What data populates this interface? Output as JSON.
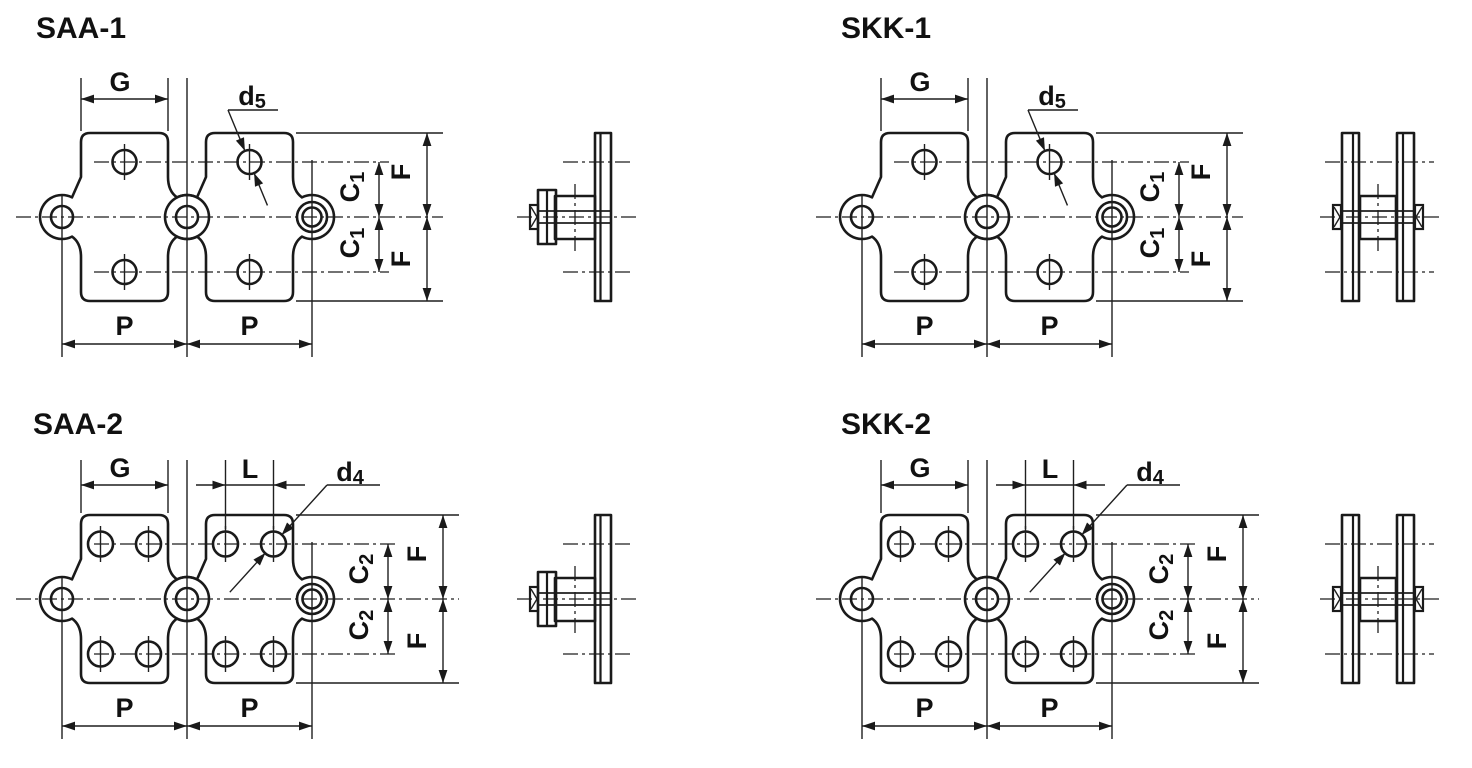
{
  "page": {
    "background": "#ffffff",
    "line_color": "#1a1a1a"
  },
  "diagrams": {
    "saa1": {
      "title": "SAA-1"
    },
    "skk1": {
      "title": "SKK-1"
    },
    "saa2": {
      "title": "SAA-2"
    },
    "skk2": {
      "title": "SKK-2"
    }
  },
  "labels": {
    "g": "G",
    "p": "P",
    "f": "F",
    "l": "L",
    "c1": {
      "main": "C",
      "sub": "1"
    },
    "c2": {
      "main": "C",
      "sub": "2"
    },
    "d5": {
      "main": "d",
      "sub": "5"
    },
    "d4": {
      "main": "d",
      "sub": "4"
    }
  }
}
